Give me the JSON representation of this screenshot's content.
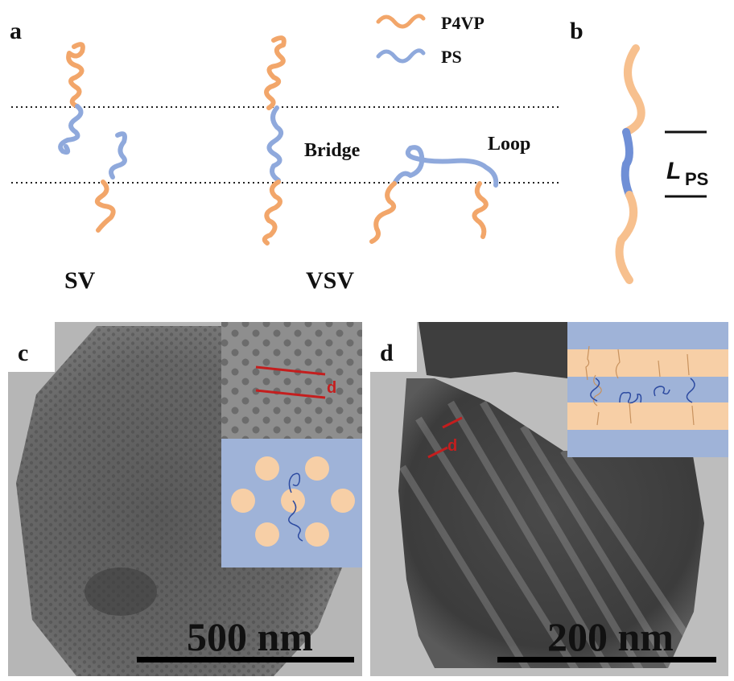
{
  "panels": {
    "a": {
      "label": "a",
      "legend": [
        {
          "name": "P4VP",
          "color": "#f2a66a"
        },
        {
          "name": "PS",
          "color": "#8fa9dc"
        }
      ],
      "captions": {
        "sv": "SV",
        "vsv": "VSV",
        "bridge": "Bridge",
        "loop": "Loop"
      }
    },
    "b": {
      "label": "b",
      "dimension": "L",
      "dimension_sub": "PS"
    },
    "c": {
      "label": "c",
      "marker": "d",
      "scale_bar": "500 nm"
    },
    "d": {
      "label": "d",
      "marker": "d",
      "scale_bar": "200 nm"
    }
  },
  "colors": {
    "p4vp": "#f2a66a",
    "ps": "#8fa9dc",
    "ps_dark": "#6f8fd6",
    "schematic_bg": "#9fb3d8",
    "schematic_domain": "#f7cfa6",
    "marker": "#c41e1e",
    "tem_bg": "#b8b8b8",
    "tem_particle": "#5e5e5e"
  }
}
